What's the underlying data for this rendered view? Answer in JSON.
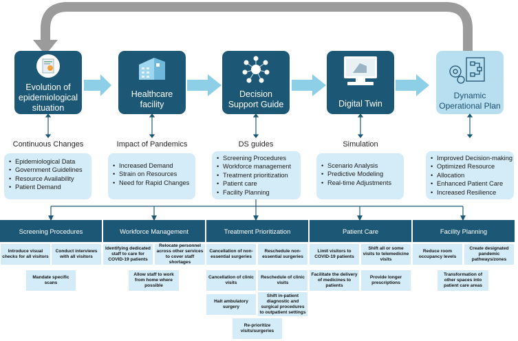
{
  "stages": [
    {
      "title": "Evolution of epidemiological situation",
      "icon": "report-icon"
    },
    {
      "title": "Healthcare facility",
      "icon": "hospital-icon"
    },
    {
      "title": "Decision Support Guide",
      "icon": "network-icon"
    },
    {
      "title": "Digital Twin",
      "icon": "monitor-icon"
    },
    {
      "title": "Dynamic Operational Plan",
      "icon": "plan-gears-icon"
    }
  ],
  "sections": [
    {
      "title": "Continuous Changes",
      "items": [
        "Epidemiological Data",
        "Government Guidelines",
        "Resource Availability",
        "Patient Demand"
      ]
    },
    {
      "title": "Impact of Pandemics",
      "items": [
        "Increased Demand",
        "Strain on Resources",
        "Need for Rapid Changes"
      ]
    },
    {
      "title": "DS guides",
      "items": [
        "Screening Procedures",
        "Workforce management",
        "Treatment prioritization",
        "Patient care",
        "Facility Planning"
      ]
    },
    {
      "title": "Simulation",
      "items": [
        "Scenario Analysis",
        "Predictive Modeling",
        "Real-time Adjustments"
      ]
    },
    {
      "title": "",
      "items": [
        "Improved Decision-making",
        "Optimized Resource",
        "Allocation",
        "Enhanced Patient Care",
        "Increased Resilience"
      ]
    }
  ],
  "categories": [
    {
      "title": "Screening Procedures",
      "subs": [
        "Introduce visual checks for all visitors",
        "Conduct interviews with all visitors",
        "Mandate specific scans"
      ]
    },
    {
      "title": "Workforce Management",
      "subs": [
        "Identifying dedicated staff to care for COVID-19 patients",
        "Relocate personnel across other services to cover staff shortages",
        "Allow staff to work from home where possible"
      ]
    },
    {
      "title": "Treatment Prioritization",
      "subs": [
        "Cancellation of non-essential surgeries",
        "Reschedule non-essential surgeries",
        "Cancellation of clinic visits",
        "Reschedule of clinic visits",
        "Halt ambulatory surgery",
        "Shift in-patient diagnostic and surgical procedures to outpatient settings",
        "Re-prioritize visits/surgeries"
      ]
    },
    {
      "title": "Patient Care",
      "subs": [
        "Limit visitors to COVID-19 patients",
        "Shift all or some visits to telemedicine visits",
        "Facilitate the delivery of medicines to patients",
        "Provide longer prescriptions"
      ]
    },
    {
      "title": "Facility Planning",
      "subs": [
        "Reduce room occupancy levels",
        "Create designated pandemic pathways/zones",
        "Transformation of other spaces into patient care areas"
      ]
    }
  ],
  "colors": {
    "dark": "#1c5876",
    "light": "#b7dff0",
    "pale": "#d4ecf8",
    "arrow": "#8ecfe8",
    "loop": "#9b9b9b"
  }
}
